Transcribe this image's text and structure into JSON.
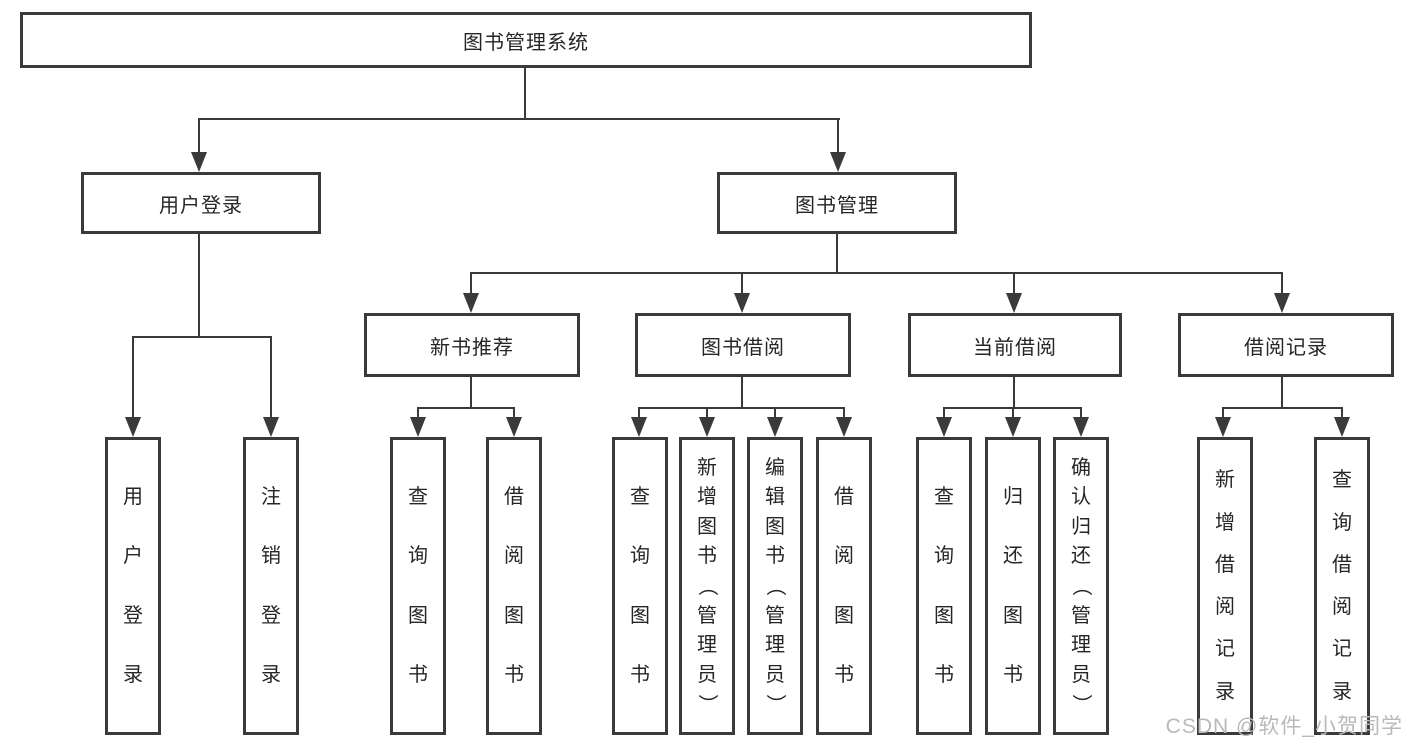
{
  "diagram": {
    "title": "图书管理系统",
    "root": "图书管理系统",
    "level2": {
      "user_login": "用户登录",
      "book_management": "图书管理"
    },
    "level3": {
      "new_book": "新书推荐",
      "book_borrow": "图书借阅",
      "current_borrow": "当前借阅",
      "borrow_record": "借阅记录"
    },
    "leaves": {
      "user_login": [
        "用户登录",
        "注销登录"
      ],
      "new_book": [
        "查询图书",
        "借阅图书"
      ],
      "book_borrow": [
        "查询图书",
        "新增图书（管理员）",
        "编辑图书（管理员）",
        "借阅图书"
      ],
      "current_borrow": [
        "查询图书",
        "归还图书",
        "确认归还（管理员）"
      ],
      "borrow_record": [
        "新增借阅记录",
        "查询借阅记录"
      ]
    }
  },
  "watermark": "CSDN @软件_小贺同学",
  "colors": {
    "line": "#3a3a3a",
    "border": "#3a3a3a",
    "background": "#ffffff",
    "text": "#262626",
    "watermark": "#b9b9b9"
  }
}
